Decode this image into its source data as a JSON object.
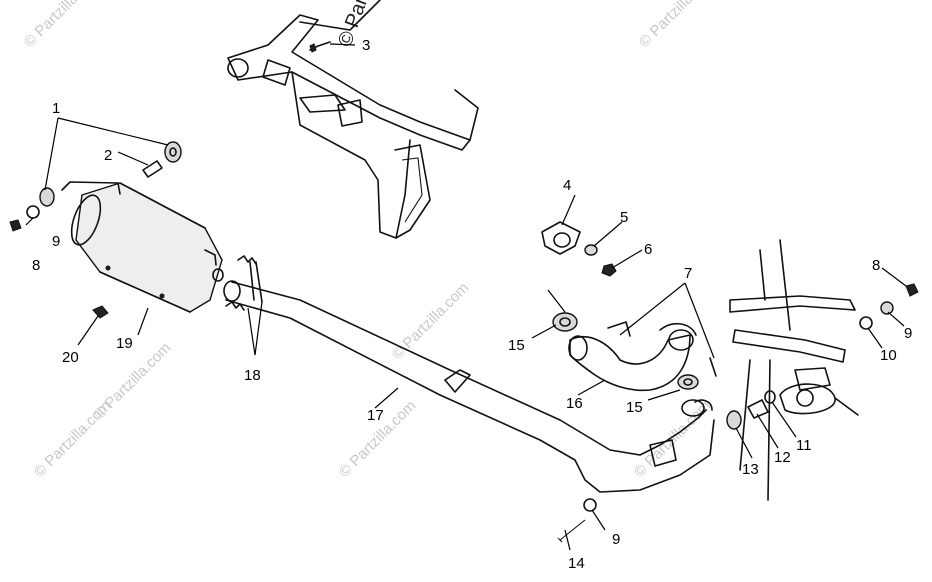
{
  "watermark": {
    "text": "© Partzilla.com",
    "top_fragment": "© Par"
  },
  "callouts": {
    "c1": "1",
    "c2": "2",
    "c3": "3",
    "c4": "4",
    "c5": "5",
    "c6": "6",
    "c7": "7",
    "c8a": "8",
    "c8b": "8",
    "c9a": "9",
    "c9b": "9",
    "c9c": "9",
    "c10": "10",
    "c11": "11",
    "c12": "12",
    "c13": "13",
    "c14": "14",
    "c15a": "15",
    "c15b": "15",
    "c16": "16",
    "c17": "17",
    "c18": "18",
    "c19": "19",
    "c20": "20"
  }
}
